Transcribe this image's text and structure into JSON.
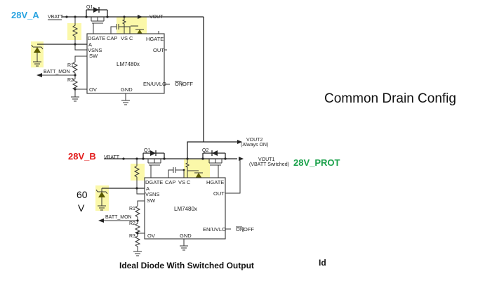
{
  "title": "Common Drain Config",
  "caption": "Ideal Diode With Switched Output",
  "note": "Id",
  "colors": {
    "rail_a": "#29a3e0",
    "rail_b": "#e21b1b",
    "rail_prot": "#1aa14a",
    "highlight": "#fbf7a0"
  },
  "circuit_a": {
    "rail_label": "28V_A",
    "input_net": "VBATT",
    "fet": "Q1",
    "output_net": "VOUT",
    "chip": "LM7480x",
    "pins_top": [
      "DGATE",
      "CAP",
      "VS",
      "C",
      "HGATE"
    ],
    "pins_left": [
      "A",
      "VSNS",
      "SW",
      "OV"
    ],
    "pins_right": [
      "OUT",
      "EN/UVLO"
    ],
    "pin_bottom": "GND",
    "resistors": [
      "R1",
      "R2"
    ],
    "monitor_net": "BATT_MON",
    "switch_on": "ON",
    "switch_off": "OFF"
  },
  "circuit_b": {
    "rail_label": "28V_B",
    "input_net": "VBATT",
    "fet1": "Q1",
    "fet2": "Q2",
    "chip": "LM7480x",
    "pins_top": [
      "DGATE",
      "CAP",
      "VS",
      "C",
      "HGATE"
    ],
    "pins_left": [
      "A",
      "VSNS",
      "SW",
      "OV"
    ],
    "pins_right": [
      "OUT",
      "EN/UVLO"
    ],
    "pin_bottom": "GND",
    "resistors": [
      "R1",
      "R2",
      "R3"
    ],
    "monitor_net": "BATT_MON",
    "tvs_rating_line1": "60",
    "tvs_rating_line2": "V",
    "vout2": "VOUT2",
    "vout2_note": "(Always ON)",
    "vout1": "VOUT1",
    "vout1_note": "(VBATT Switched)",
    "output_rail": "28V_PROT",
    "switch_on": "ON",
    "switch_off": "OFF"
  }
}
